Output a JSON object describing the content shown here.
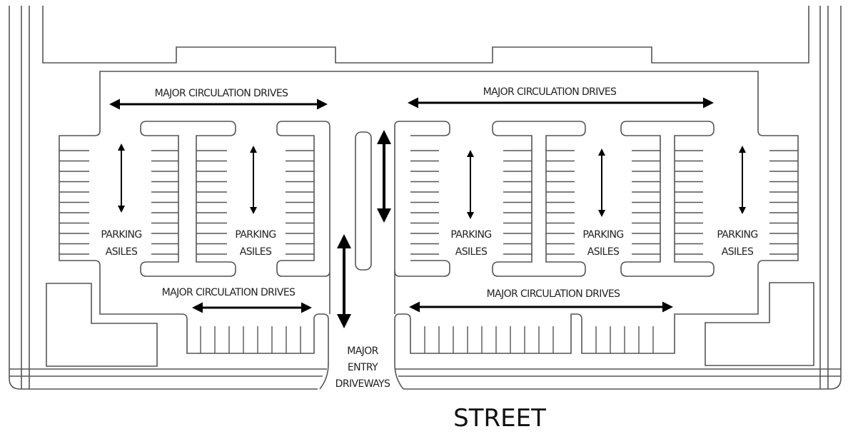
{
  "labels": {
    "drive_top_left": "MAJOR CIRCULATION DRIVES",
    "drive_top_right": "MAJOR CIRCULATION DRIVES",
    "drive_bottom_left": "MAJOR CIRCULATION DRIVES",
    "drive_bottom_right": "MAJOR CIRCULATION DRIVES",
    "aisles": [
      {
        "line1": "PARKING",
        "line2": "ASILES"
      },
      {
        "line1": "PARKING",
        "line2": "ASILES"
      },
      {
        "line1": "PARKING",
        "line2": "ASILES"
      },
      {
        "line1": "PARKING",
        "line2": "ASILES"
      },
      {
        "line1": "PARKING",
        "line2": "ASILES"
      }
    ],
    "entry": {
      "line1": "MAJOR",
      "line2": "ENTRY",
      "line3": "DRIVEWAYS"
    },
    "street": "STREET"
  },
  "colors": {
    "line": "#555555",
    "arrow": "#000000"
  }
}
